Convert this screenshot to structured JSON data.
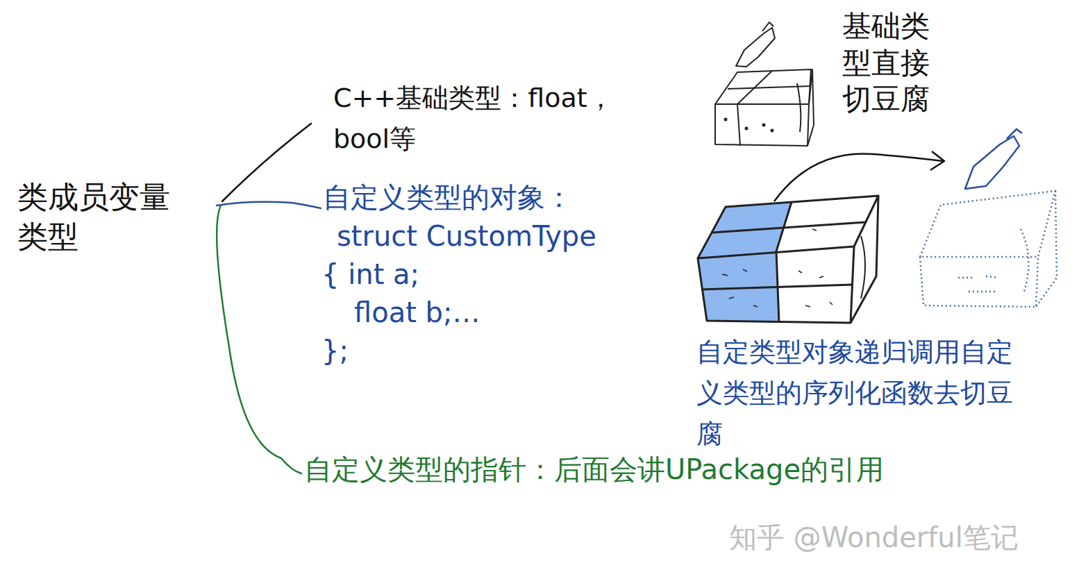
{
  "diagram": {
    "labels": [
      "类成员变量类型",
      "C++基础类型：float，bool等",
      "自定义类型的对象：",
      "struct CustomType",
      "{ int a;",
      "float b;…",
      "};",
      "基础类型直接切豆腐",
      "自定类型对象递归调用自定义类型的序列化函数去切豆腐",
      "自定义类型的指针：后面会讲UPackage的引用",
      "知乎 @Wonderful笔记"
    ]
  }
}
